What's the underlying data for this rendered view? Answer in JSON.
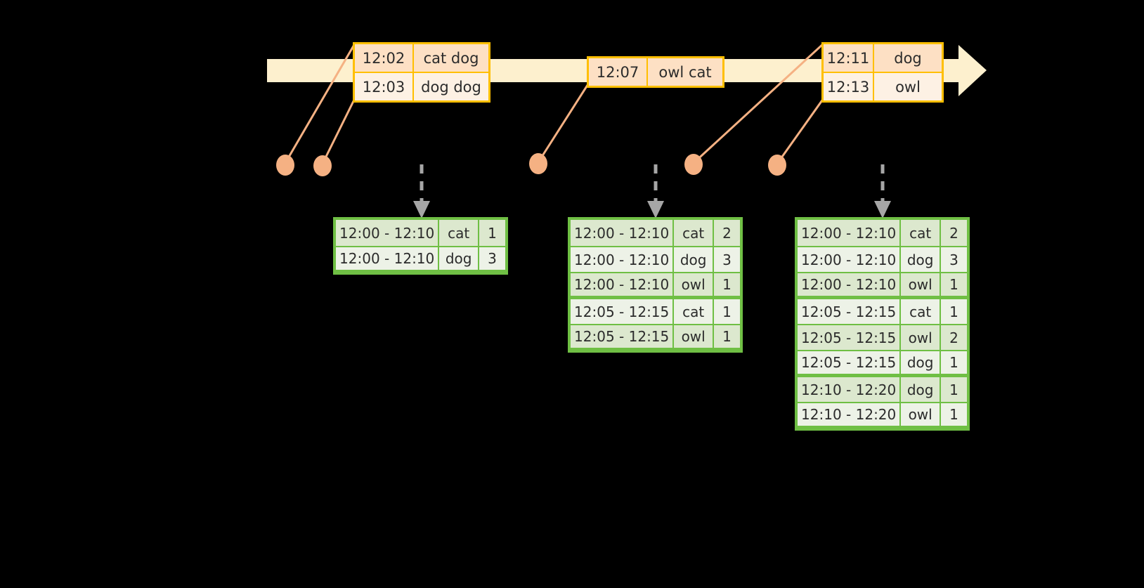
{
  "colors": {
    "background": "#000000",
    "timeline_fill": "#FDF0CE",
    "event_border": "#FFBF00",
    "event_row_dark": "#FDE0C4",
    "event_row_light": "#FDF1E4",
    "table_border": "#6FBF44",
    "table_row_dark": "#DCE8CE",
    "table_row_light": "#EDF2E7",
    "marker": "#F5B183",
    "arrow_gray": "#A6A6A6"
  },
  "timeline": {
    "name": "event-stream-timeline",
    "events": [
      {
        "group": "event-box-1",
        "rows": [
          {
            "time": "12:02",
            "words": "cat dog"
          },
          {
            "time": "12:03",
            "words": "dog dog"
          }
        ]
      },
      {
        "group": "event-box-2",
        "rows": [
          {
            "time": "12:07",
            "words": "owl cat"
          }
        ]
      },
      {
        "group": "event-box-3",
        "rows": [
          {
            "time": "12:11",
            "words": "dog"
          },
          {
            "time": "12:13",
            "words": "owl"
          }
        ]
      }
    ]
  },
  "markers": [
    {
      "name": "event-marker-1202"
    },
    {
      "name": "event-marker-1203"
    },
    {
      "name": "event-marker-1207"
    },
    {
      "name": "event-marker-1211"
    },
    {
      "name": "event-marker-1213"
    }
  ],
  "tables": [
    {
      "name": "result-table-1",
      "rows": [
        {
          "window": "12:00 - 12:10",
          "word": "cat",
          "count": "1",
          "groupEnd": false
        },
        {
          "window": "12:00 - 12:10",
          "word": "dog",
          "count": "3",
          "groupEnd": true
        }
      ]
    },
    {
      "name": "result-table-2",
      "rows": [
        {
          "window": "12:00 - 12:10",
          "word": "cat",
          "count": "2",
          "groupEnd": false
        },
        {
          "window": "12:00 - 12:10",
          "word": "dog",
          "count": "3",
          "groupEnd": false
        },
        {
          "window": "12:00 - 12:10",
          "word": "owl",
          "count": "1",
          "groupEnd": true
        },
        {
          "window": "12:05 - 12:15",
          "word": "cat",
          "count": "1",
          "groupEnd": false
        },
        {
          "window": "12:05 - 12:15",
          "word": "owl",
          "count": "1",
          "groupEnd": true
        }
      ]
    },
    {
      "name": "result-table-3",
      "rows": [
        {
          "window": "12:00 - 12:10",
          "word": "cat",
          "count": "2",
          "groupEnd": false
        },
        {
          "window": "12:00 - 12:10",
          "word": "dog",
          "count": "3",
          "groupEnd": false
        },
        {
          "window": "12:00 - 12:10",
          "word": "owl",
          "count": "1",
          "groupEnd": true
        },
        {
          "window": "12:05 - 12:15",
          "word": "cat",
          "count": "1",
          "groupEnd": false
        },
        {
          "window": "12:05 - 12:15",
          "word": "owl",
          "count": "2",
          "groupEnd": false
        },
        {
          "window": "12:05 - 12:15",
          "word": "dog",
          "count": "1",
          "groupEnd": true
        },
        {
          "window": "12:10 - 12:20",
          "word": "dog",
          "count": "1",
          "groupEnd": false
        },
        {
          "window": "12:10 - 12:20",
          "word": "owl",
          "count": "1",
          "groupEnd": true
        }
      ]
    }
  ]
}
